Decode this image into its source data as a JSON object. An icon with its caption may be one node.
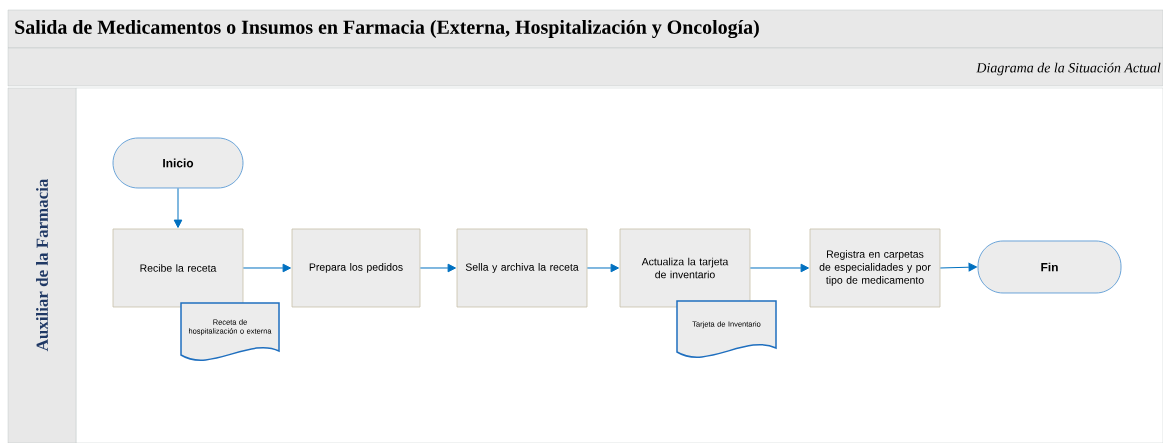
{
  "diagram": {
    "title": "Salida de Medicamentos o Insumos en Farmacia (Externa, Hospitalización y Oncología)",
    "caption": "Diagrama de la Situación Actual",
    "nodes": [
      {
        "text": [
          "Auxiliar de la Farmacia"
        ]
      },
      {
        "text": [
          "Inicio"
        ]
      },
      {
        "text": [
          "Recibe la receta"
        ]
      },
      {
        "text": [
          "Prepara los pedidos"
        ]
      },
      {
        "text": [
          "Sella y archiva la receta"
        ]
      },
      {
        "text": [
          "Actualiza la tarjeta de inventario"
        ]
      },
      {
        "text": [
          "Registra en carpetas de especialidades y por tipo de medicamento"
        ]
      },
      {
        "text": [
          "Fin"
        ]
      },
      {
        "text": [
          "Receta de hospitalización o externa"
        ]
      },
      {
        "text": [
          "Tarjeta de Inventario"
        ]
      }
    ],
    "edges": [
      {
        "from": 1,
        "to": 2,
        "arrow": "to"
      },
      {
        "from": 2,
        "to": 3,
        "arrow": "to"
      },
      {
        "from": 3,
        "to": 4,
        "arrow": "to"
      },
      {
        "from": 4,
        "to": 5,
        "arrow": "to"
      },
      {
        "from": 5,
        "to": 6,
        "arrow": "to"
      },
      {
        "from": 6,
        "to": 7,
        "arrow": "to"
      }
    ]
  }
}
